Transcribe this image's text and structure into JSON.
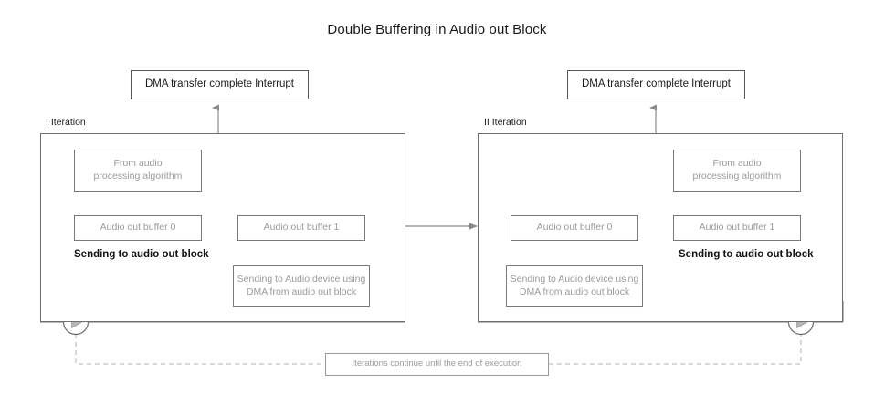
{
  "title": "Double Buffering in Audio out Block",
  "interrupts": [
    {
      "label": "DMA transfer complete Interrupt"
    },
    {
      "label": "DMA transfer complete Interrupt"
    }
  ],
  "iterations": [
    {
      "label": "I Iteration",
      "processing_box": "From audio\nprocessing algorithm",
      "processing_line1": "From audio",
      "processing_line2": "processing algorithm",
      "active_buffer": "Audio out buffer 0",
      "sending_label": "Sending to audio out block",
      "dma_buffer": "Audio out buffer 1",
      "dma_line1": "Sending to Audio device using",
      "dma_line2": "DMA from audio out block"
    },
    {
      "label": "II Iteration",
      "processing_box": "From audio\nprocessing algorithm",
      "processing_line1": "From audio",
      "processing_line2": "processing algorithm",
      "active_buffer": "Audio out buffer 1",
      "sending_label": "Sending to audio out block",
      "dma_buffer": "Audio out buffer 0",
      "dma_line1": "Sending to Audio device using",
      "dma_line2": "DMA from audio out block"
    }
  ],
  "loop_note": "Iterations continue until the end of execution",
  "icons": {
    "play_circle": "play-circle-icon"
  },
  "colors": {
    "background": "#ffffff",
    "title_text": "#1a1a1a",
    "box_border": "#7a7a7a",
    "gray_text": "#9a9a9a",
    "dark_text": "#111111",
    "connector": "#8a8a8a",
    "dashed_connector": "#b0b0b0"
  }
}
